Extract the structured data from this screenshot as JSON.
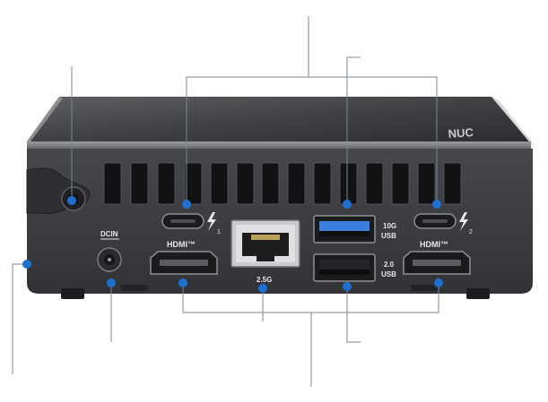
{
  "labels": {
    "dcin": "DCIN",
    "hdmi_left": "HDMI™",
    "hdmi_right": "HDMI™",
    "lan_speed": "2.5G",
    "usb_top_speed": "10G",
    "usb_top_type": "USB",
    "usb_bottom_speed": "2.0",
    "usb_bottom_type": "USB",
    "tb_left_number": "1",
    "tb_right_number": "2",
    "brand_logo": "NUC"
  },
  "colors": {
    "callout": "#1f6fd1",
    "chassis": "#3a3b3d",
    "chassis_dark": "#26272a",
    "usb3_blue": "#3a7fe0"
  }
}
